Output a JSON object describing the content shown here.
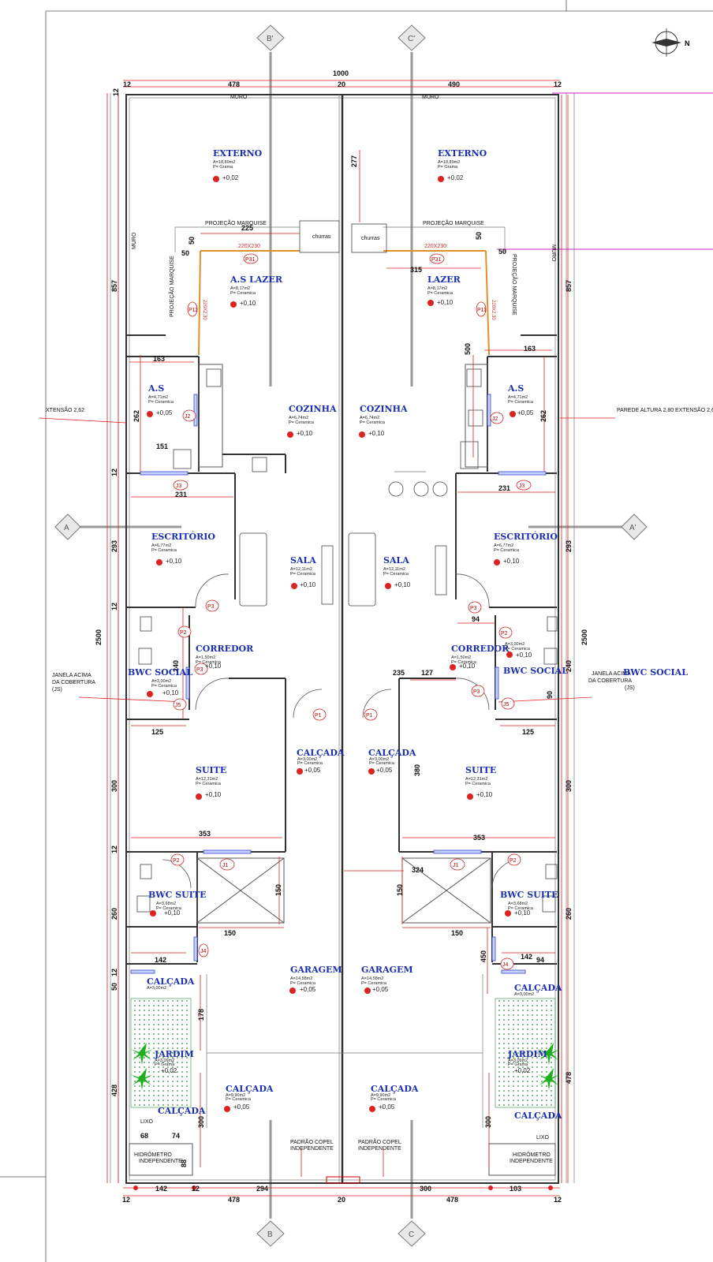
{
  "drawing": {
    "north_label": "N",
    "axes": {
      "b_top": "B'",
      "c_top": "C'",
      "a_left": "A",
      "a_right": "A'",
      "b_bottom": "B",
      "c_bottom": "C"
    },
    "overall": {
      "width": "1000",
      "depth": "2500"
    },
    "top_dims": [
      "12",
      "478",
      "20",
      "490",
      "12"
    ],
    "bottom_dims_outer": [
      "12",
      "478",
      "20",
      "478",
      "12"
    ],
    "bottom_dims_inner": [
      "142",
      "12",
      "294",
      "300",
      "103"
    ],
    "left_dims": [
      "12",
      "857",
      "12",
      "293",
      "12",
      "240",
      "300",
      "12",
      "260",
      "12",
      "50",
      "428"
    ],
    "right_dims": [
      "857",
      "293",
      "240",
      "300",
      "260",
      "478"
    ],
    "labels": {
      "muro": "MURO",
      "muro_side": "MURO",
      "projecao_marquise": "PROJEÇÃO MARQUISE",
      "churras": "churras",
      "janela_acima": "JANELA ACIMA",
      "da_cobertura": "DA COBERTURA",
      "js": "(JS)",
      "extensao_left": "XTENSÃO 2,62",
      "parede_right": "PAREDE ALTURA 2,80 EXTENSÃO 2,6",
      "padrao_copel": "PADRÃO COPEL",
      "independente": "INDEPENDENTE",
      "hidrometro": "HIDRÔMETRO",
      "lixo": "LIXO",
      "bwc_social_outside": "BWC SOCIAL"
    },
    "tags": {
      "p1": "P1",
      "p2": "P2",
      "p3": "P3",
      "p31": "P31",
      "p11": "P11",
      "j1": "J1",
      "j2": "J2",
      "j3": "J3",
      "j4": "J4",
      "j5": "J5"
    },
    "window_sizes": {
      "w220": "220X230",
      "w220v": "220X2,30"
    },
    "inner_dims": {
      "d225": "225",
      "d50": "50",
      "d277": "277",
      "d315": "315",
      "d500": "500",
      "d163": "163",
      "d262": "262",
      "d151": "151",
      "d231": "231",
      "d94": "94",
      "d127": "127",
      "d235": "235",
      "d125": "125",
      "d380": "380",
      "d353": "353",
      "d324": "324",
      "d150": "150",
      "d142": "142",
      "d178": "178",
      "d450": "450",
      "d68": "68",
      "d74": "74",
      "d88": "88",
      "d90": "90",
      "d300": "300"
    },
    "rooms": [
      {
        "name": "EXTERNO",
        "area": "A=18,89m2",
        "floor": "P= Grama",
        "level": "+0,02"
      },
      {
        "name": "A.S LAZER",
        "area": "A=8,17m2",
        "floor": "P= Ceramica",
        "level": "+0,10"
      },
      {
        "name": "A.S",
        "area": "A=4,71m2",
        "floor": "P= Ceramica",
        "level": "+0,05"
      },
      {
        "name": "COZINHA",
        "area": "A=6,74m2",
        "floor": "P= Ceramica",
        "level": "+0,10"
      },
      {
        "name": "ESCRITÓRIO",
        "area": "A=6,77m2",
        "floor": "P= Ceramica",
        "level": "+0,10"
      },
      {
        "name": "SALA",
        "area": "A=12,11m2",
        "floor": "P= Ceramica",
        "level": "+0,10"
      },
      {
        "name": "CORREDOR",
        "area": "A=1,50m2",
        "floor": "P= Ceramica",
        "level": "+0,10"
      },
      {
        "name": "BWC SOCIAL",
        "area": "A=3,00m2",
        "floor": "P= Ceramica",
        "level": "+0,10"
      },
      {
        "name": "SUITE",
        "area": "A=12,31m2",
        "floor": "P= Ceramica",
        "level": "+0,10"
      },
      {
        "name": "CALÇADA",
        "area": "A=3,00m2",
        "floor": "P= Ceramica",
        "level": "+0,05"
      },
      {
        "name": "BWC SUITE",
        "area": "A=3,68m2",
        "floor": "P= Ceramica",
        "level": "+0,10"
      },
      {
        "name": "GARAGEM",
        "area": "A=14,58m2",
        "floor": "P= Ceramica",
        "level": "+0,05"
      },
      {
        "name": "JARDIM",
        "area": "A=3,09m2",
        "floor": "P= Grama",
        "level": "+0,02"
      },
      {
        "name": "CALÇADA",
        "area": "A=9,90m2",
        "floor": "P= Ceramica",
        "level": "+0,05"
      }
    ]
  }
}
